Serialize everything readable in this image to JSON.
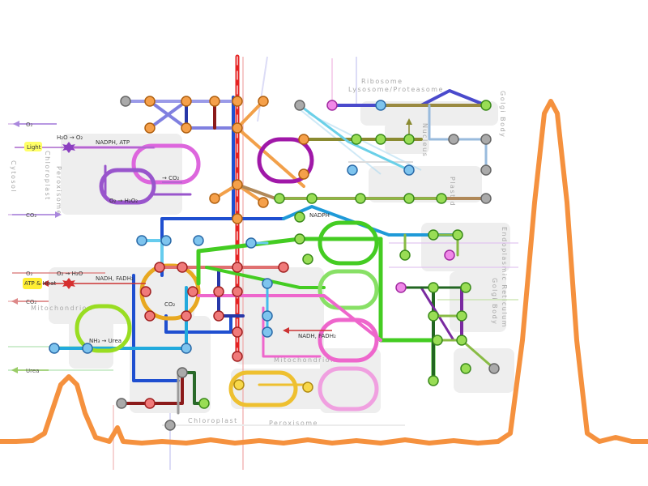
{
  "diagram": {
    "regions": {
      "cytosol": "Cytosol",
      "chloroplast_left": "Chloroplast",
      "peroxisome_left": "Peroxisome",
      "mitochondrion_left": "Mitochondrion",
      "ribosome": "Ribosome",
      "lysosome": "Lysosome/Proteasome",
      "golgi_top": "Golgi Body",
      "nucleus": "Nucleus",
      "plastid": "Plastid",
      "er": "Endoplasmic Reticulum",
      "golgi_right": "Golgi Body",
      "mitochondrion_bottom": "Mitochondrion",
      "chloroplast_bottom": "Chloroplast",
      "peroxisome_bottom": "Peroxisome"
    },
    "labels": {
      "o2_top": "O₂",
      "h2o_o2": "H₂O → O₂",
      "nadph_atp": "NADPH, ATP",
      "light": "Light",
      "co2_chloro": "→ CO₂",
      "o2_h2o2": "O₂ → H₂O₂",
      "co2_top": "CO₂",
      "nadph_mid": "NADPH",
      "o2_mito": "O₂",
      "o2_h2o": "O₂ → H₂O",
      "nadh_fadh": "NADH, FADH₂",
      "atp_heat": "ATP & Heat",
      "co2_tca": "CO₂",
      "co2_mito": "CO₂",
      "nh3_urea": "NH₃ → Urea",
      "urea": "Urea",
      "nadh_fadh_bottom": "NADH, FADH₂"
    },
    "colors": {
      "sun": "#8b3fc0",
      "star": "#d62f2f",
      "light_fill": "#ffff66",
      "atp_fill": "#ffee33",
      "overlay_curve": "#f5913e"
    }
  }
}
